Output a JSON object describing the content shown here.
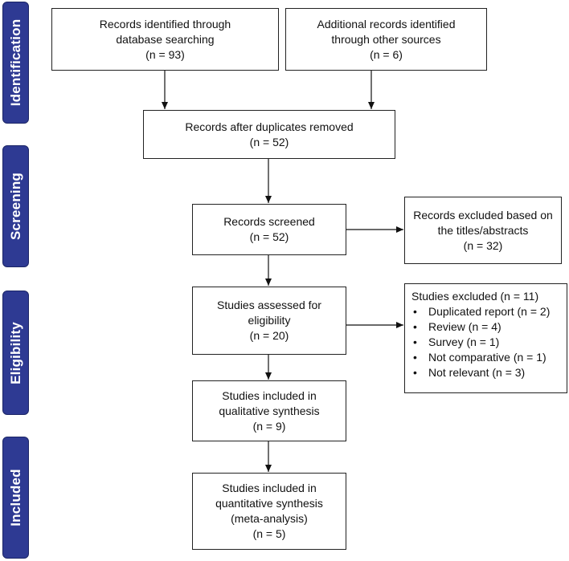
{
  "phases": {
    "identification": "Identification",
    "screening": "Screening",
    "eligibility": "Eligibility",
    "included": "Included"
  },
  "boxes": {
    "database": [
      "Records identified through",
      "database searching",
      "(n = 93)"
    ],
    "other": [
      "Additional records identified",
      "through other sources",
      "(n = 6)"
    ],
    "duplicates": [
      "Records after duplicates removed",
      "(n = 52)"
    ],
    "screened": [
      "Records screened",
      "(n = 52)"
    ],
    "excluded_titles": [
      "Records excluded based on",
      "the titles/abstracts",
      "(n = 32)"
    ],
    "assessed": [
      "Studies assessed for",
      "eligibility",
      "(n = 20)"
    ],
    "studies_excluded": {
      "title": "Studies excluded (n = 11)",
      "items": [
        "Duplicated report (n = 2)",
        "Review (n = 4)",
        "Survey  (n = 1)",
        "Not comparative  (n = 1)",
        "Not relevant  (n = 3)"
      ]
    },
    "qualitative": [
      "Studies included in",
      "qualitative synthesis",
      "(n = 9)"
    ],
    "quantitative": [
      "Studies included in",
      "quantitative synthesis",
      "(meta-analysis)",
      "(n = 5)"
    ]
  }
}
